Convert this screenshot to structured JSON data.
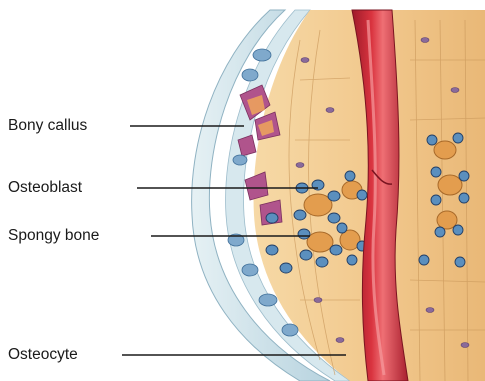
{
  "diagram": {
    "labels": {
      "bony_callus": "Bony callus",
      "osteoblast": "Osteoblast",
      "spongy_bone": "Spongy bone",
      "osteocyte": "Osteocyte"
    },
    "colors": {
      "background": "#ffffff",
      "bone_tissue": "#f2c98e",
      "bone_shadow": "#d9a766",
      "blood_vessel": "#c8283a",
      "vessel_highlight": "#ef6f74",
      "periosteum": "#cfe3ea",
      "osteoblast_cell": "#5b8fbe",
      "callus_cell": "#b0548c",
      "leader_line": "#1a1a1a"
    }
  }
}
